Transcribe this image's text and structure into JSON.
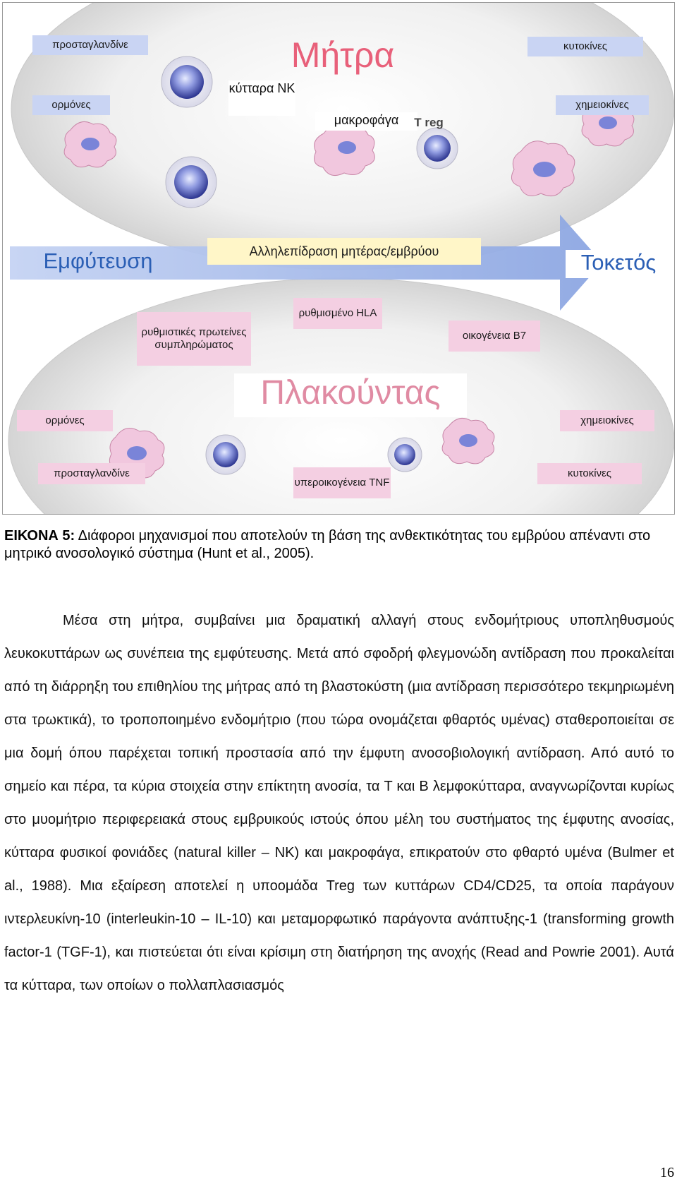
{
  "figure": {
    "uterus_title": "Μήτρα",
    "placenta_title": "Πλακούντας",
    "implantation": "Εμφύτευση",
    "parturition": "Τοκετός",
    "interaction": "Αλληλεπίδραση μητέρας/εμβρύου",
    "top_labels": {
      "prostaglandins": "προσταγλανδίνε",
      "hormones": "ορμόνες",
      "cytokines": "κυτοκίνες",
      "chemokines": "χημειοκίνες",
      "nk_cells": "κύτταρα NK",
      "macrophages": "μακροφάγα",
      "treg": "T reg"
    },
    "bottom_labels": {
      "complement": "ρυθμιστικές πρωτείνες συμπληρώματος",
      "hla": "ρυθμισμένο HLA",
      "b7": "οικογένεια B7",
      "hormones": "ορμόνες",
      "chemokines": "χημειοκίνες",
      "prostaglandins": "προσταγλανδίνε",
      "tnf": "υπεροικογένεια TNF",
      "cytokines": "κυτοκίνες"
    },
    "colors": {
      "uterus_title": "#e8607a",
      "arrow": "#9db4e6",
      "blue_label": "#c9d4f3",
      "pink_label": "#f4cfe2",
      "interaction_bg": "#fff6c8"
    }
  },
  "caption": {
    "label": "ΕΙΚΟΝΑ 5:",
    "text": " Διάφοροι μηχανισμοί που αποτελούν τη βάση της ανθεκτικότητας του εμβρύου απέναντι στο μητρικό ανοσολογικό σύστημα (Hunt et al., 2005)."
  },
  "body": {
    "paragraph": "Μέσα στη μήτρα, συμβαίνει μια δραματική αλλαγή στους ενδομήτριους υποπληθυσμούς λευκοκυττάρων ως συνέπεια της εμφύτευσης. Μετά από σφοδρή φλεγμονώδη αντίδραση που προκαλείται από τη διάρρηξη του επιθηλίου της μήτρας από τη βλαστοκύστη (μια αντίδραση περισσότερο τεκμηριωμένη στα τρωκτικά), το τροποποιημένο ενδομήτριο (που τώρα ονομάζεται φθαρτός υμένας) σταθεροποιείται σε μια δομή όπου παρέχεται τοπική προστασία από την έμφυτη ανοσοβιολογική αντίδραση. Από αυτό το σημείο και πέρα, τα κύρια στοιχεία στην επίκτητη ανοσία, τα T και B λεμφοκύτταρα, αναγνωρίζονται κυρίως στο μυομήτριο περιφερειακά στους εμβρυικούς ιστούς όπου μέλη του συστήματος της έμφυτης ανοσίας, κύτταρα φυσικοί φονιάδες (natural killer – NK) και μακροφάγα, επικρατούν στο φθαρτό υμένα (Bulmer et al., 1988). Μια εξαίρεση αποτελεί η υποομάδα Treg των κυττάρων CD4/CD25, τα οποία παράγουν ιντερλευκίνη-10 (interleukin-10 – IL-10) και μεταμορφωτικό παράγοντα ανάπτυξης-1 (transforming growth factor-1 (TGF-1), και πιστεύεται ότι είναι κρίσιμη στη διατήρηση της ανοχής (Read and Powrie 2001). Αυτά τα κύτταρα, των οποίων ο πολλαπλασιασμός"
  },
  "page_number": "16"
}
